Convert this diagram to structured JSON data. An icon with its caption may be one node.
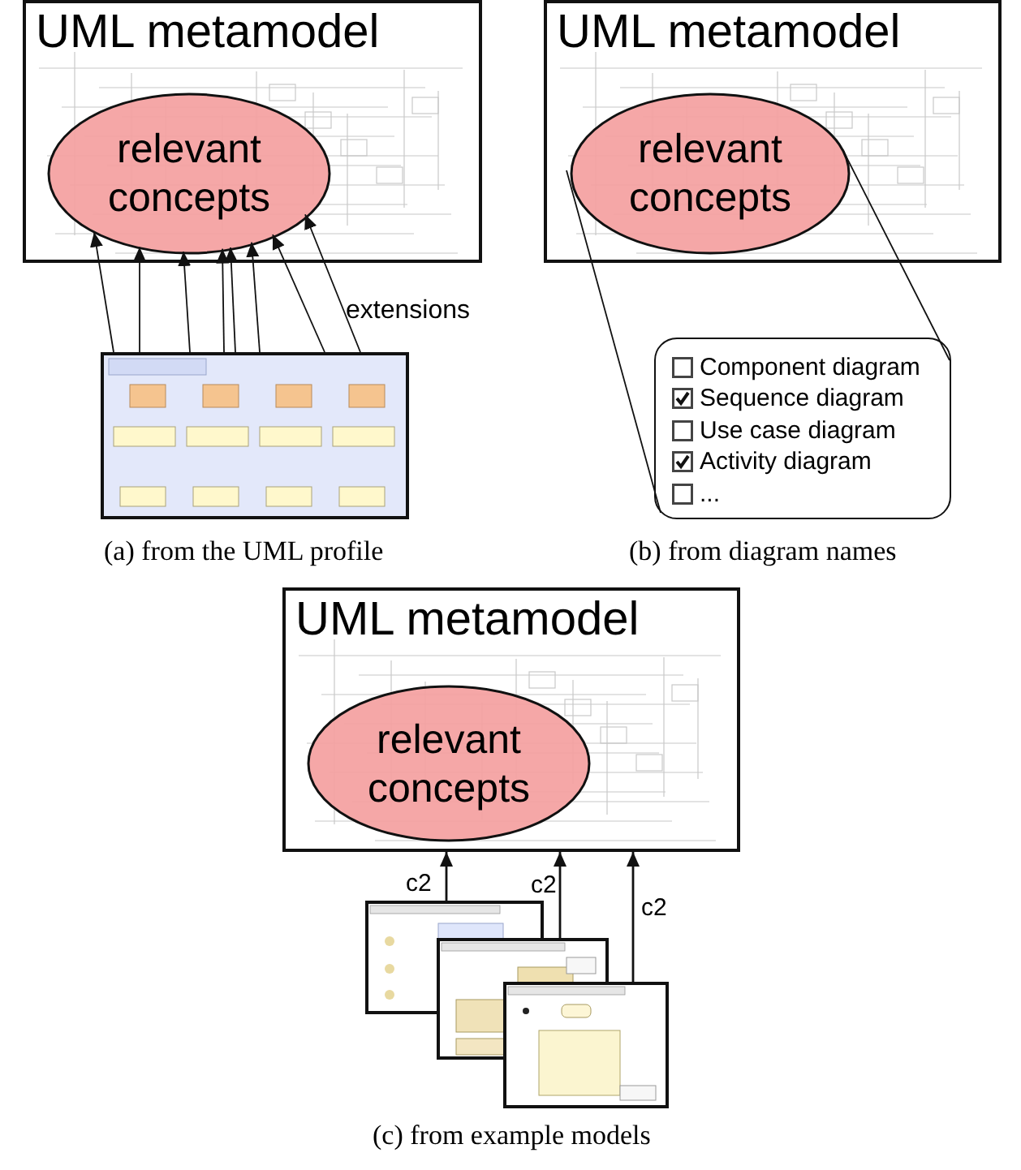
{
  "diagram": {
    "nodes": [
      {
        "text": [
          "UML metamodel"
        ]
      },
      {
        "text": [
          "relevant concepts"
        ],
        "in": 0
      },
      {
        "text": [],
        "shape": "picture"
      },
      {
        "text": [
          "UML metamodel"
        ]
      },
      {
        "text": [
          "relevant concepts"
        ],
        "in": 3
      },
      {
        "text": [
          "Component diagram",
          "Sequence diagram",
          "Use case diagram",
          "Activity diagram",
          "..."
        ]
      },
      {
        "text": [
          "UML metamodel"
        ]
      },
      {
        "text": [
          "relevant concepts"
        ],
        "in": 6
      },
      {
        "text": [],
        "shape": "picture"
      },
      {
        "text": [],
        "shape": "picture"
      },
      {
        "text": [],
        "shape": "picture"
      }
    ],
    "edges": [
      {
        "from": 2,
        "to": 1,
        "arrow": "to"
      },
      {
        "from": 2,
        "to": 1,
        "arrow": "to"
      },
      {
        "from": 2,
        "to": 1,
        "arrow": "to"
      },
      {
        "from": 2,
        "to": 1,
        "arrow": "to"
      },
      {
        "from": 2,
        "to": 1,
        "arrow": "to"
      },
      {
        "from": 2,
        "to": 1,
        "arrow": "to"
      },
      {
        "from": 2,
        "to": 1,
        "arrow": "to"
      },
      {
        "from": 2,
        "to": 1,
        "arrow": "to"
      },
      {
        "from": 4,
        "to": 5,
        "arrow": "none"
      },
      {
        "from": 4,
        "to": 5,
        "arrow": "none"
      },
      {
        "from": 8,
        "to": 6,
        "arrow": "to",
        "label": "c2"
      },
      {
        "from": 9,
        "to": 6,
        "arrow": "to",
        "label": "c2"
      },
      {
        "from": 10,
        "to": 6,
        "arrow": "to",
        "label": "c2"
      }
    ],
    "labels": [
      "extensions",
      "(a) from the UML profile",
      "(b) from diagram names",
      "(c) from example models"
    ]
  }
}
